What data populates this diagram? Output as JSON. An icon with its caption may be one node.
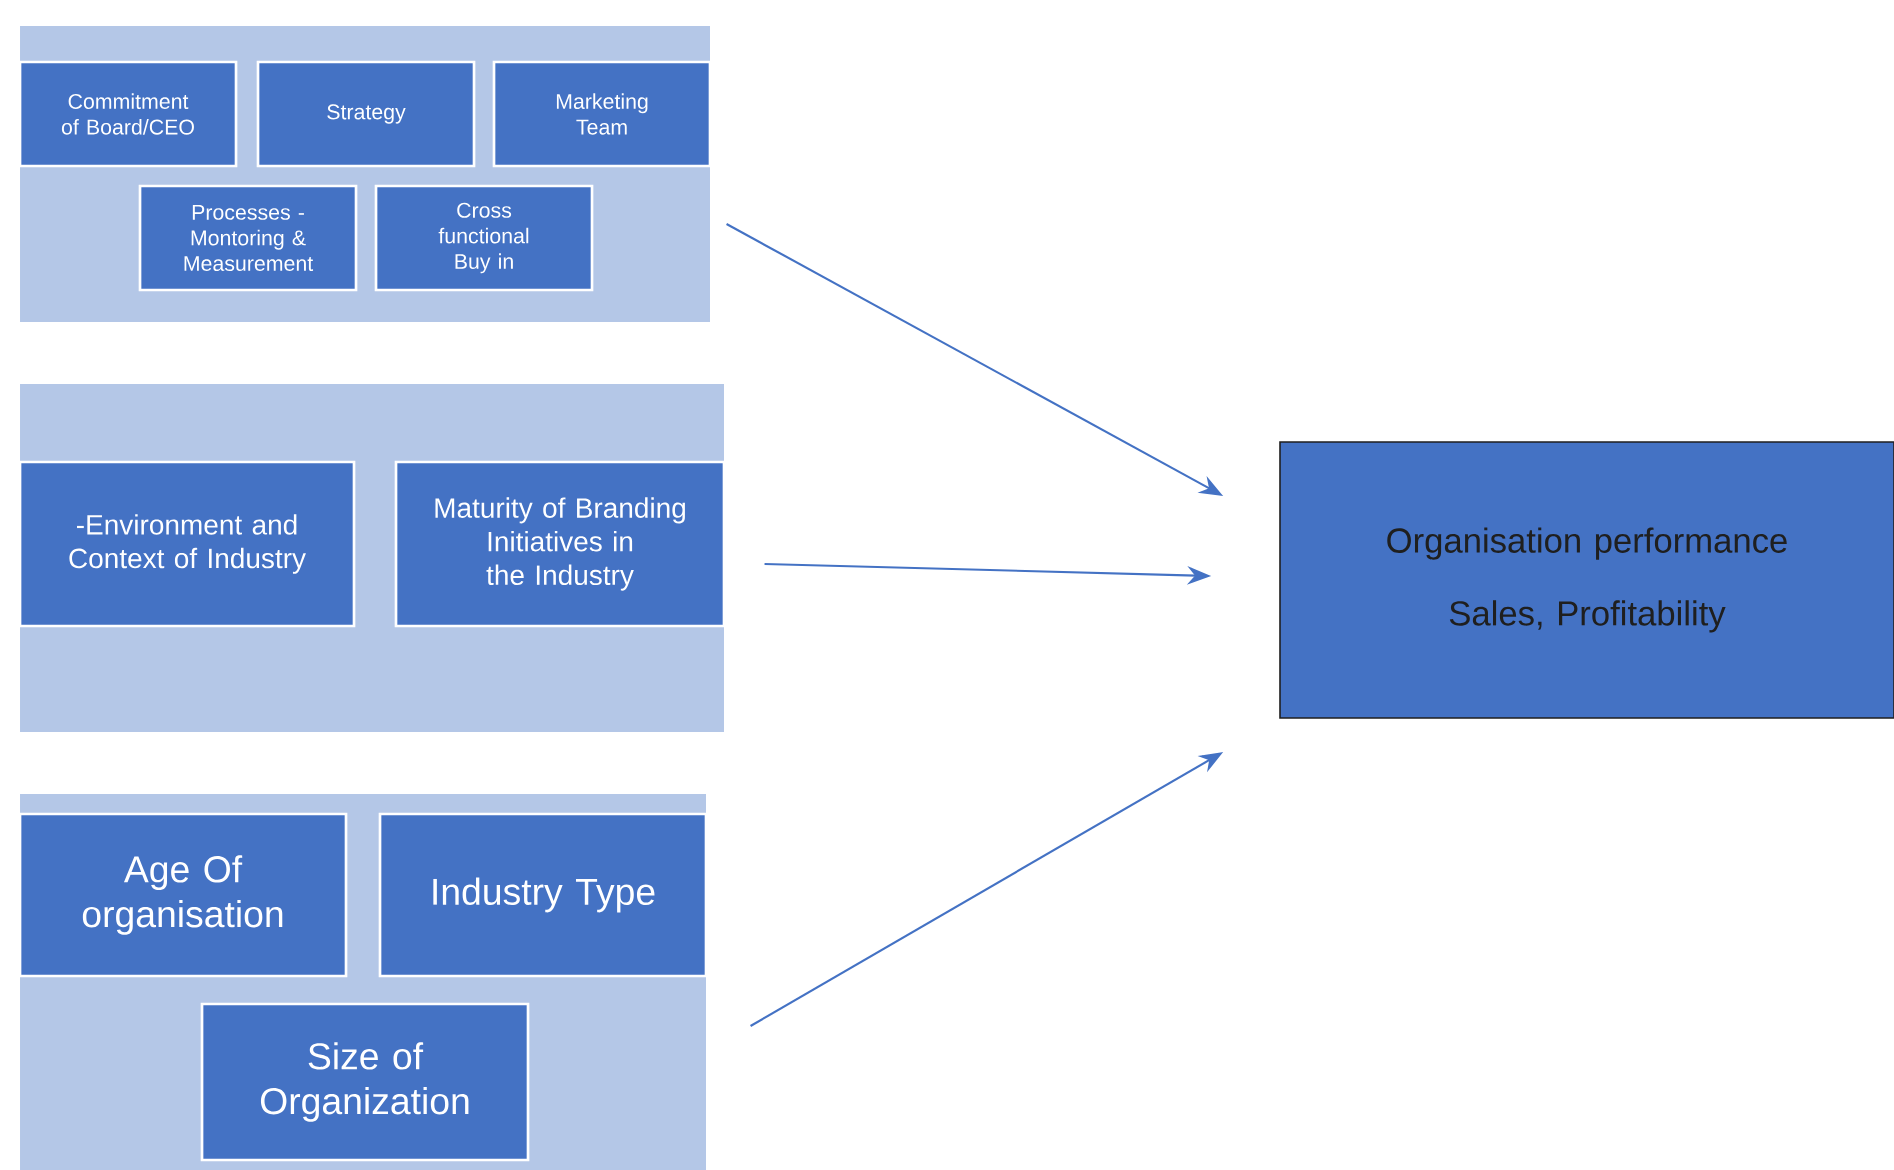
{
  "diagram": {
    "nodes": [
      {
        "text": [],
        "shape": "box"
      },
      {
        "text": [
          "Commitment of Board/CEO"
        ],
        "in": 0
      },
      {
        "text": [
          "Strategy"
        ],
        "in": 0
      },
      {
        "text": [
          "Marketing Team"
        ],
        "in": 0
      },
      {
        "text": [
          "Processes - Montoring & Measurement"
        ],
        "in": 0
      },
      {
        "text": [
          "Cross functional Buy in"
        ],
        "in": 0
      },
      {
        "text": [],
        "shape": "box"
      },
      {
        "text": [
          "-Environment and Context of Industry"
        ],
        "in": 6
      },
      {
        "text": [
          "Maturity of Branding Initiatives in the Industry"
        ],
        "in": 6
      },
      {
        "text": [],
        "shape": "box"
      },
      {
        "text": [
          "Age Of organisation"
        ],
        "in": 9
      },
      {
        "text": [
          "Industry Type"
        ],
        "in": 9
      },
      {
        "text": [
          "Size of Organization"
        ],
        "in": 9
      },
      {
        "text": [
          "Organisation performance",
          "Sales, Profitability"
        ]
      }
    ],
    "edges": [
      {
        "from": 0,
        "to": 13,
        "arrow": "to"
      },
      {
        "from": 6,
        "to": 13,
        "arrow": "to"
      },
      {
        "from": 9,
        "to": 13,
        "arrow": "to"
      }
    ]
  }
}
